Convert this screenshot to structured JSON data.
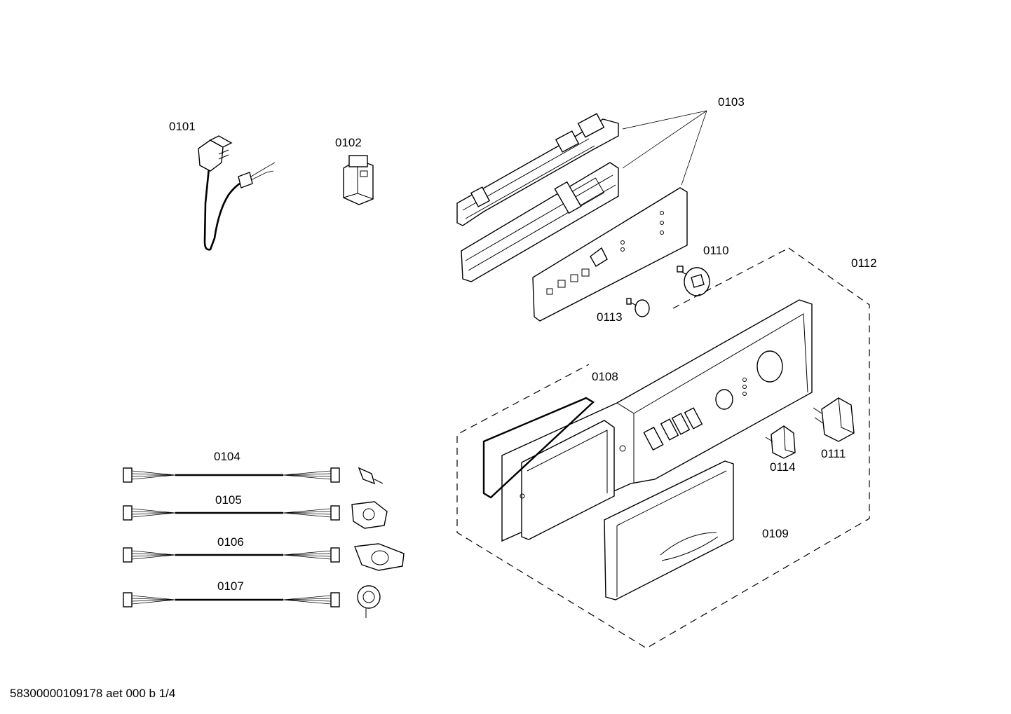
{
  "labels": {
    "p0101": "0101",
    "p0102": "0102",
    "p0103": "0103",
    "p0104": "0104",
    "p0105": "0105",
    "p0106": "0106",
    "p0107": "0107",
    "p0108": "0108",
    "p0109": "0109",
    "p0110": "0110",
    "p0111": "0111",
    "p0112": "0112",
    "p0113": "0113",
    "p0114": "0114"
  },
  "footer": "58300000109178 aet 000 b 1/4"
}
